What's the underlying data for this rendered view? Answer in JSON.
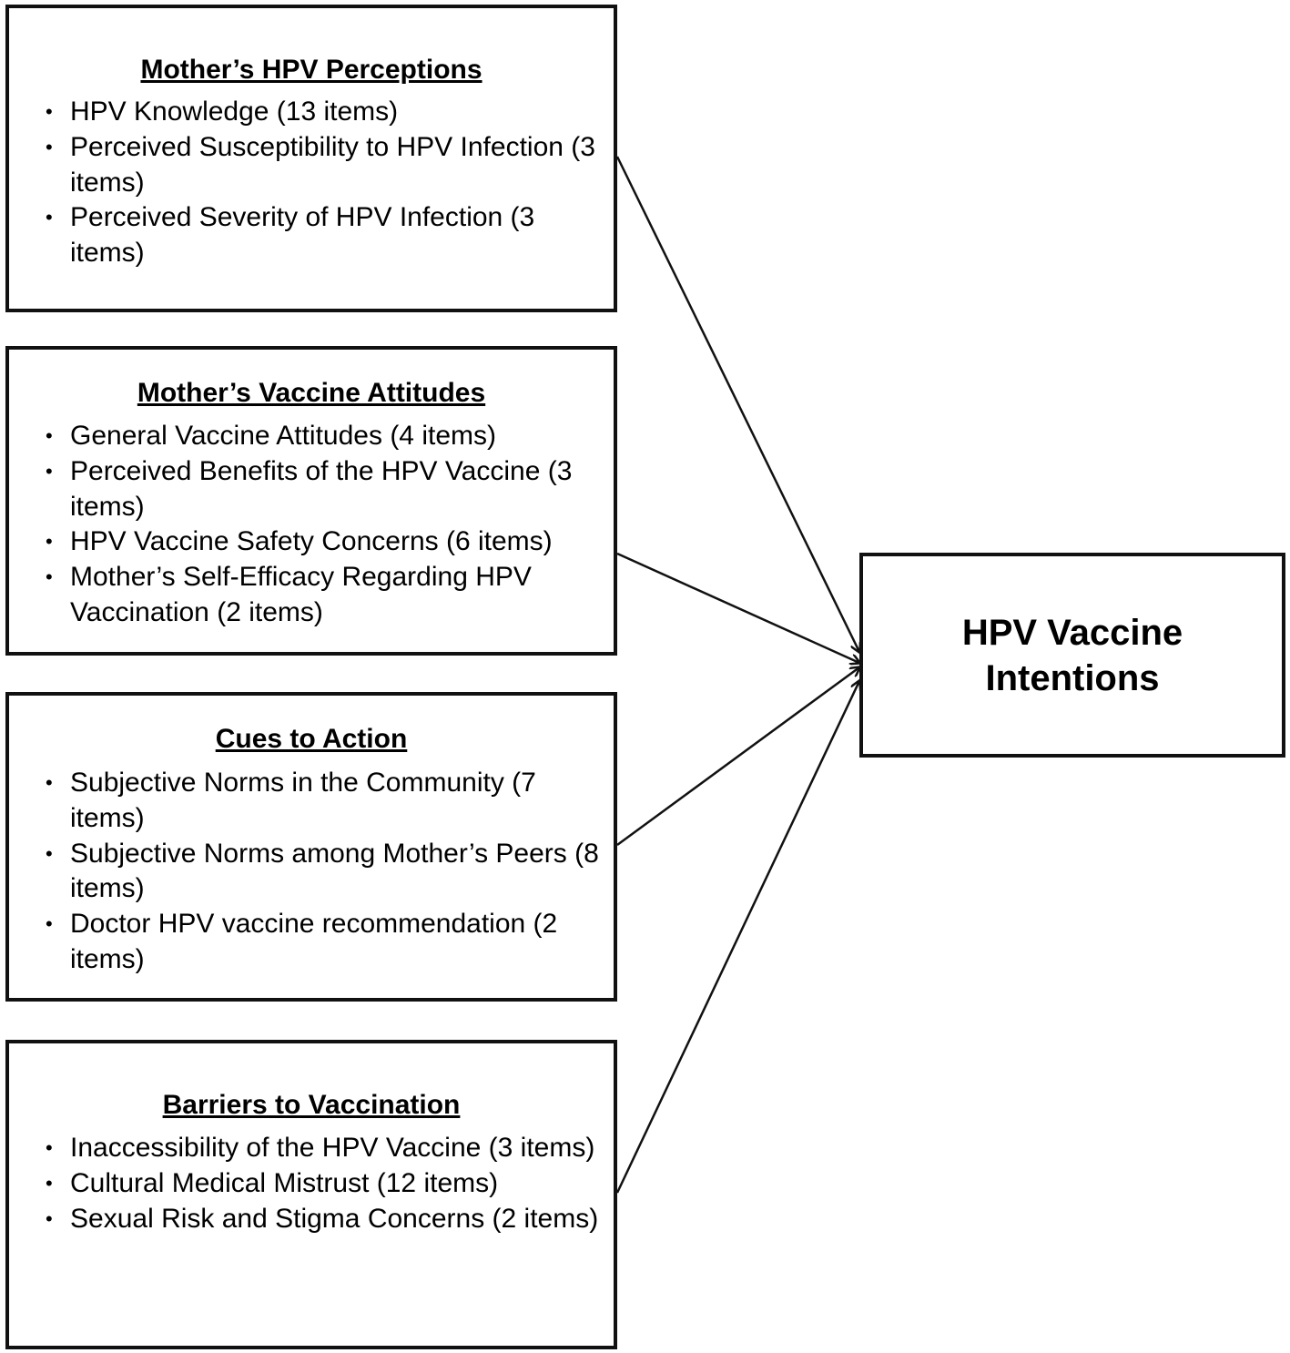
{
  "boxes": [
    {
      "title": "Mother’s HPV Perceptions",
      "items": [
        "HPV Knowledge (13 items)",
        "Perceived Susceptibility to HPV Infection (3 items)",
        "Perceived Severity of HPV Infection (3 items)"
      ]
    },
    {
      "title": "Mother’s Vaccine Attitudes",
      "items": [
        "General Vaccine Attitudes (4 items)",
        "Perceived Benefits of the HPV Vaccine (3 items)",
        "HPV Vaccine Safety Concerns (6 items)",
        "Mother’s Self-Efficacy Regarding HPV Vaccination (2 items)"
      ]
    },
    {
      "title": "Cues to Action",
      "items": [
        "Subjective Norms in the Community (7 items)",
        "Subjective Norms among Mother’s Peers (8 items)",
        "Doctor HPV vaccine recommendation (2 items)"
      ]
    },
    {
      "title": "Barriers to Vaccination",
      "items": [
        "Inaccessibility of the HPV Vaccine (3 items)",
        "Cultural Medical Mistrust (12 items)",
        "Sexual Risk and Stigma Concerns (2 items)"
      ]
    }
  ],
  "outcome": {
    "title": "HPV Vaccine\nIntentions"
  },
  "colors": {
    "border": "#111111",
    "text": "#000000",
    "background": "#ffffff"
  }
}
